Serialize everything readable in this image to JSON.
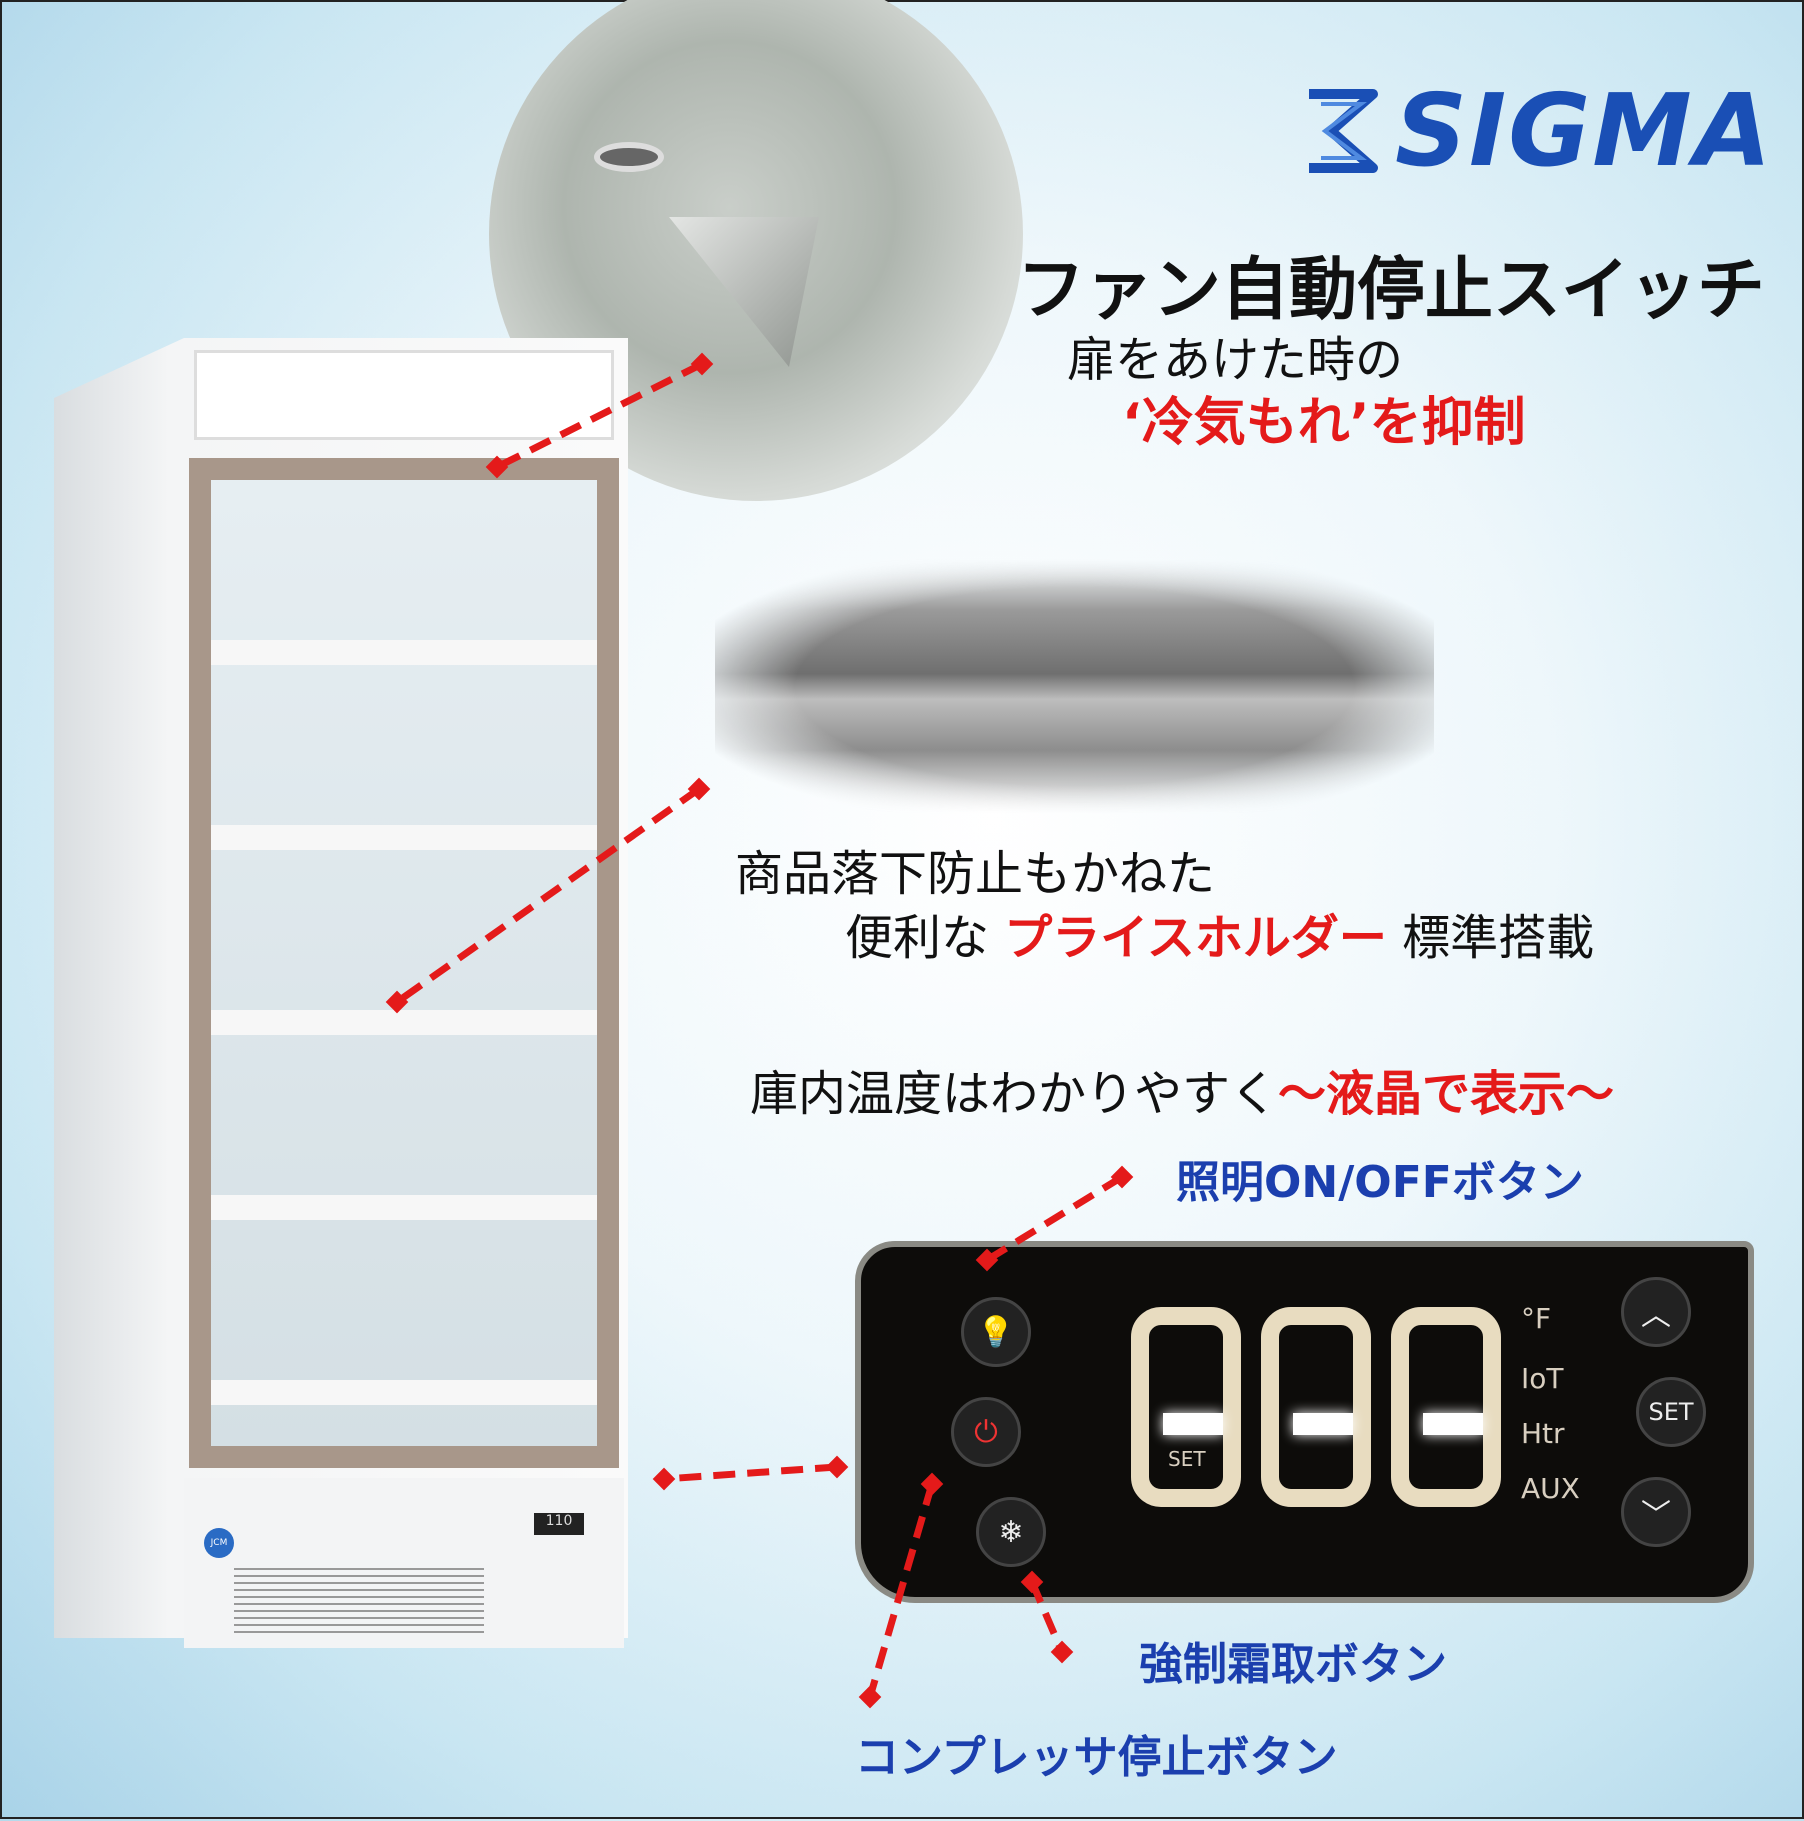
{
  "brand": {
    "name": "SIGMA",
    "color": "#1a4fb5"
  },
  "fan_switch": {
    "title": "ファン自動停止スイッチ",
    "line1": "扉をあけた時の",
    "line2": "‘冷気もれ’を抑制"
  },
  "price_holder": {
    "line1": "商品落下防止もかねた",
    "line2_prefix": "便利な ",
    "line2_highlight": "プライスホルダー",
    "line2_suffix": " 標準搭載"
  },
  "display": {
    "prefix": "庫内温度はわかりやすく",
    "highlight": "～液晶で表示～"
  },
  "buttons": {
    "light": "照明ON/OFFボタン",
    "defrost": "強制霜取ボタン",
    "compressor": "コンプレッサ停止ボタン"
  },
  "panel": {
    "set_label": "SET",
    "unit": "°F",
    "indicators": [
      "IoT",
      "Htr",
      "AUX"
    ],
    "set_button": "SET",
    "readout": "- - -"
  },
  "fridge": {
    "badge": "JCM",
    "display": "110"
  },
  "colors": {
    "accent_red": "#e41a1a",
    "label_blue": "#1b3fae"
  }
}
